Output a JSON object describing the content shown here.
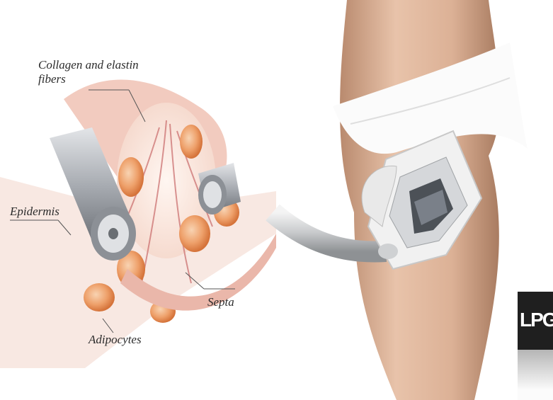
{
  "labels": {
    "collagen_line1": "Collagen and elastin",
    "collagen_line2": "fibers",
    "epidermis": "Epidermis",
    "septa": "Septa",
    "adipocytes": "Adipocytes"
  },
  "logo": {
    "text": "LPG"
  },
  "colors": {
    "skin_pink": "#f2cbbf",
    "fat_orange": "#e48c55",
    "roller_gray": "#a9adb3",
    "device_white": "#f1f1f1",
    "leg_tan": "#d9b096",
    "logo_bg": "#1f1f1f"
  }
}
